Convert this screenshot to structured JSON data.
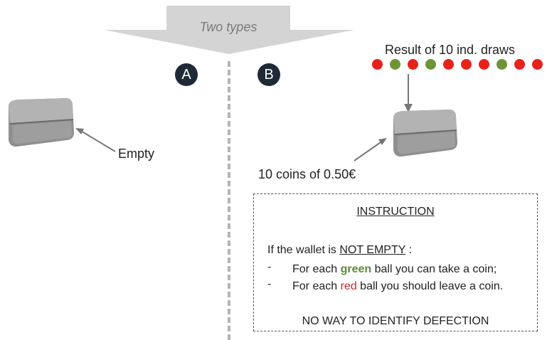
{
  "header": {
    "text": "Two types"
  },
  "panel_a": {
    "badge": "A",
    "wallet_label": "Empty"
  },
  "panel_b": {
    "badge": "B",
    "draws_title": "Result of 10 ind. draws",
    "draws": [
      "red",
      "green",
      "red",
      "green",
      "red",
      "red",
      "red",
      "green",
      "red",
      "red"
    ],
    "wallet_label": "10 coins of 0.50€"
  },
  "colors": {
    "red": "#e8221b",
    "green": "#6e9438",
    "badge_bg": "#1f2a36"
  },
  "instruction": {
    "title": "INSTRUCTION",
    "condition_prefix": "If the wallet is ",
    "condition_emph": "NOT EMPTY",
    "condition_suffix": " :",
    "bullet_symbol": "-",
    "item1_prefix": "For each ",
    "item1_color_word": "green",
    "item1_suffix": " ball you can take a coin;",
    "item2_prefix": "For each ",
    "item2_color_word": "red",
    "item2_suffix": " ball you should leave a coin.",
    "footer": "NO WAY TO IDENTIFY DEFECTION"
  }
}
